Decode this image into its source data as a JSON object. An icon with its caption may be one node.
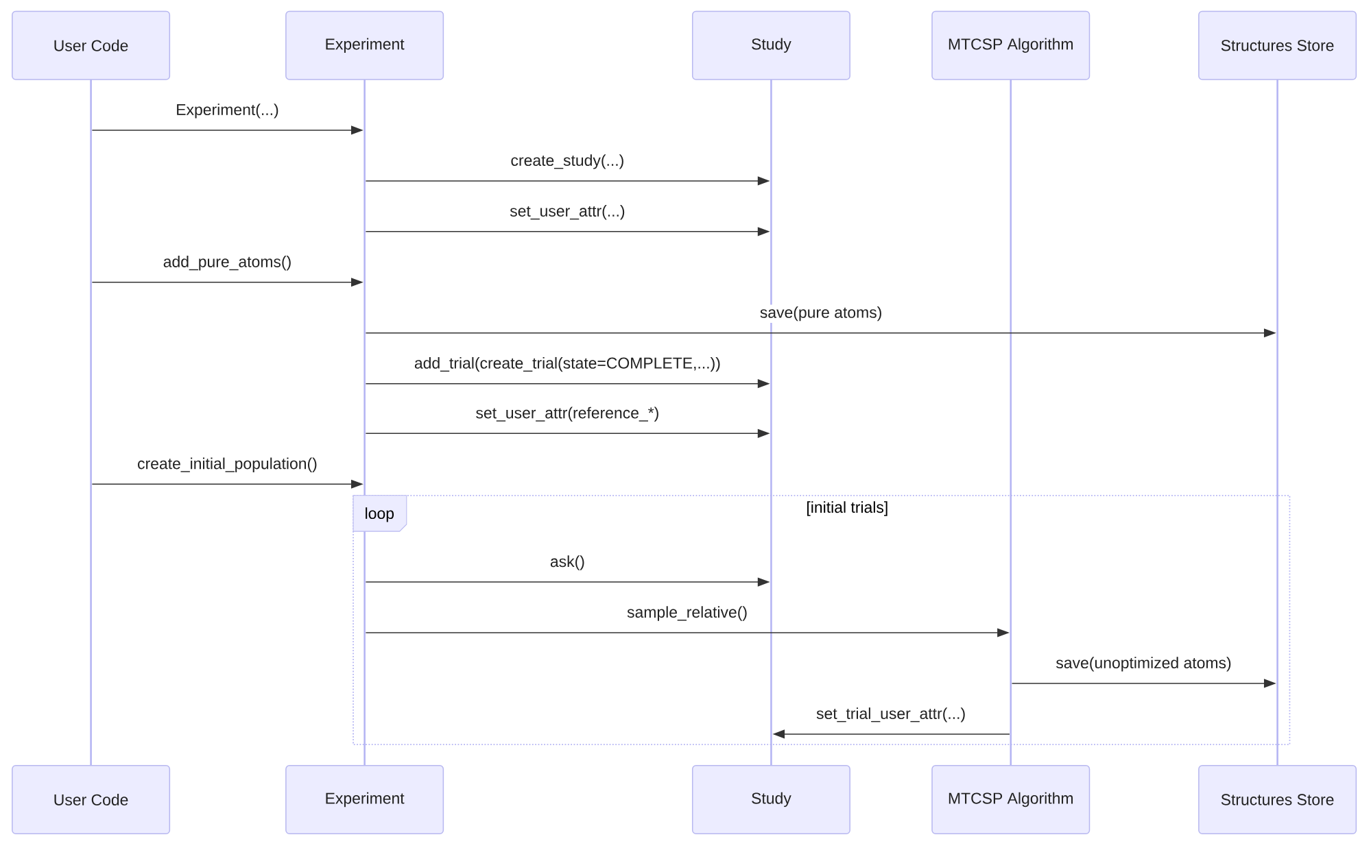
{
  "diagram": {
    "nodes": [
      {
        "text": [
          "User Code"
        ]
      },
      {
        "text": [
          "Experiment"
        ]
      },
      {
        "text": [
          "Study"
        ]
      },
      {
        "text": [
          "MTCSP Algorithm"
        ]
      },
      {
        "text": [
          "Structures Store"
        ]
      },
      {
        "text": [
          "loop"
        ]
      },
      {
        "text": [
          "User Code"
        ]
      },
      {
        "text": [
          "Experiment"
        ]
      },
      {
        "text": [
          "Study"
        ]
      },
      {
        "text": [
          "MTCSP Algorithm"
        ]
      },
      {
        "text": [
          "Structures Store"
        ]
      },
      {
        "text": [],
        "shape": "bar"
      },
      {
        "text": [],
        "shape": "bar"
      },
      {
        "text": [],
        "shape": "bar"
      },
      {
        "text": [],
        "shape": "bar"
      },
      {
        "text": [],
        "shape": "bar"
      }
    ],
    "edges": [
      {
        "from": 11,
        "to": 12,
        "arrow": "to",
        "label": "Experiment(...)"
      },
      {
        "from": 12,
        "to": 13,
        "arrow": "to",
        "label": "create_study(...)"
      },
      {
        "from": 12,
        "to": 13,
        "arrow": "to",
        "label": "set_user_attr(...)"
      },
      {
        "from": 11,
        "to": 12,
        "arrow": "to",
        "label": "add_pure_atoms()"
      },
      {
        "from": 12,
        "to": 15,
        "arrow": "to",
        "label": "save(pure atoms)"
      },
      {
        "from": 12,
        "to": 13,
        "arrow": "to",
        "label": "add_trial(create_trial(state=COMPLETE,...))"
      },
      {
        "from": 12,
        "to": 13,
        "arrow": "to",
        "label": "set_user_attr(reference_*)"
      },
      {
        "from": 11,
        "to": 12,
        "arrow": "to",
        "label": "create_initial_population()"
      },
      {
        "from": 12,
        "to": 13,
        "arrow": "to",
        "label": "ask()"
      },
      {
        "from": 12,
        "to": 14,
        "arrow": "to",
        "label": "sample_relative()"
      },
      {
        "from": 14,
        "to": 15,
        "arrow": "to",
        "label": "save(unoptimized atoms)"
      },
      {
        "from": 14,
        "to": 13,
        "arrow": "to",
        "label": "set_trial_user_attr(...)"
      }
    ],
    "labels": [
      "[initial trials]"
    ]
  }
}
